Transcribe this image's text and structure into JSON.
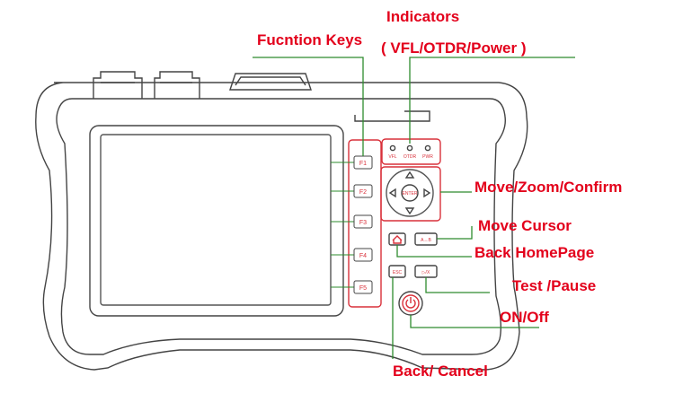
{
  "colors": {
    "label": "#e3001b",
    "leader": "#2e8b2e",
    "outline": "#444444",
    "key_border": "#d9303a"
  },
  "labels": {
    "indicators": "Indicators",
    "indicators_sub": "( VFL/OTDR/Power )",
    "function_keys": "Fucntion Keys",
    "move_zoom_confirm": "Move/Zoom/Confirm",
    "move_cursor": "Move Cursor",
    "back_homepage": "Back HomePage",
    "test_pause": "Test /Pause",
    "on_off": "ON/Off",
    "back_cancel": "Back/ Cancel"
  },
  "device": {
    "function_keys": [
      "F1",
      "F2",
      "F3",
      "F4",
      "F5"
    ],
    "indicators": [
      "VFL",
      "OTDR",
      "PWR"
    ],
    "enter_label": "ENTER",
    "cursor_key_label": "A↔B",
    "esc_label": "ESC",
    "test_key_label": "▷/X"
  },
  "icons": [
    "home-icon",
    "power-icon",
    "arrow-up-icon",
    "arrow-down-icon",
    "arrow-left-icon",
    "arrow-right-icon"
  ]
}
